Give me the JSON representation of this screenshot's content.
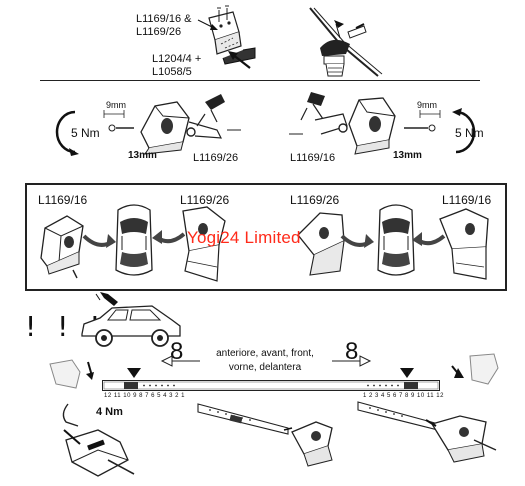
{
  "top": {
    "part_label_1": "L1169/16 &",
    "part_label_2": "L1169/26",
    "part_label_3": "L1204/4 +",
    "part_label_4": "L1058/5"
  },
  "mounting_row": {
    "left": {
      "bolt_size": "9mm",
      "torque": "5 Nm",
      "wrench_size": "13mm",
      "part": "L1169/26"
    },
    "right": {
      "bolt_size": "9mm",
      "torque": "5 Nm",
      "wrench_size": "13mm",
      "part": "L1169/16"
    }
  },
  "panel": {
    "left_top_left": "L1169/16",
    "left_top_right": "L1169/26",
    "right_top_left": "L1169/26",
    "right_top_right": "L1169/16"
  },
  "watermark": "Yogi24 Limited",
  "warning": "! ! !",
  "bar": {
    "step_left": "8",
    "step_right": "8",
    "label_line_1": "anteriore, avant, front,",
    "label_line_2": "vorne, delantera",
    "scale_left": "12 11 10 9 8 7 6 5 4 3 2 1",
    "scale_right": "1 2 3 4 5 6 7 8 9 10 11 12"
  },
  "bottom": {
    "torque": "4 Nm"
  }
}
